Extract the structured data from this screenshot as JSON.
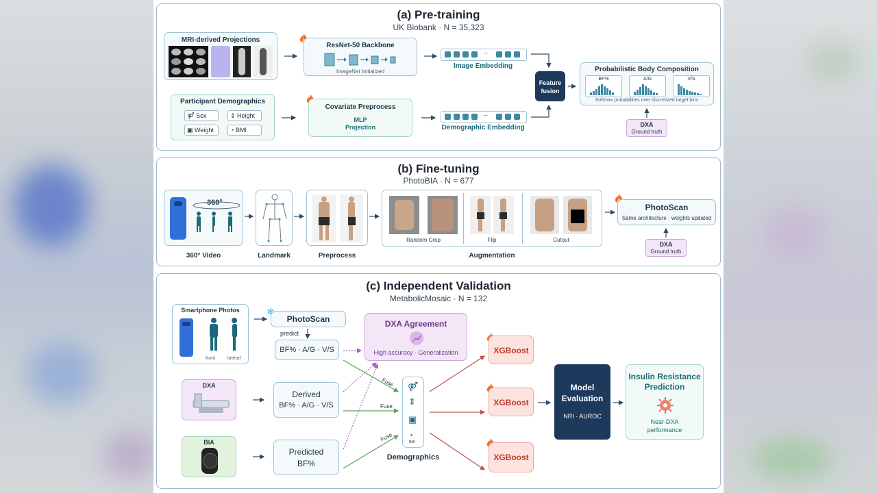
{
  "panel_a": {
    "title": "(a) Pre-training",
    "subtitle": "UK Biobank · N = 35,323",
    "mri": {
      "label": "MRI-derived Projections"
    },
    "backbone": {
      "title": "ResNet-50 Backbone",
      "init": "ImageNet Initialized"
    },
    "image_embedding": "Image Embedding",
    "feature_fusion": "Feature fusion",
    "prob": {
      "title": "Probabilistic Body Composition",
      "bins": [
        "BF%",
        "A/G",
        "V/S"
      ],
      "caption": "Softmax probabilities over discretized target bins"
    },
    "dxa": {
      "title": "DXA",
      "sub": "Ground truth"
    },
    "demographics": {
      "title": "Participant Demographics",
      "items": [
        "Sex",
        "Height",
        "Weight",
        "BMI"
      ]
    },
    "covariate": {
      "title": "Covariate Preprocess",
      "line1": "MLP",
      "line2": "Projection"
    },
    "demo_embedding": "Demographic Embedding"
  },
  "panel_b": {
    "title": "(b) Fine-tuning",
    "subtitle": "PhotoBIA · N = 677",
    "rotation": "360°",
    "stages": [
      "360° Video",
      "Landmark",
      "Preprocess",
      "Augmentation"
    ],
    "aug_items": [
      "Random Crop",
      "Flip",
      "Cutout"
    ],
    "photoscan": {
      "title": "PhotoScan",
      "sub": "Same architecture · weights updated"
    },
    "dxa": {
      "title": "DXA",
      "sub": "Ground truth"
    }
  },
  "panel_c": {
    "title": "(c) Independent Validation",
    "subtitle": "MetabolicMosaic · N = 132",
    "smartphone": {
      "title": "Smartphone Photos",
      "front": "front",
      "lateral": "lateral"
    },
    "photoscan": "PhotoScan",
    "predict": "predict",
    "outputs": "BF% · A/G · V/S",
    "agreement": {
      "title": "DXA Agreement",
      "sub": "High accuracy · Generalization"
    },
    "dxa": "DXA",
    "derived": {
      "line1": "Derived",
      "line2": "BF% · A/G · V/S"
    },
    "bia": "BIA",
    "predicted": {
      "line1": "Predicted",
      "line2": "BF%"
    },
    "fuse": "Fuse",
    "demographics": "Demographics",
    "bmi_tag": "BMI",
    "xgboost": [
      "XGBoost",
      "XGBoost",
      "XGBoost"
    ],
    "model_eval": {
      "line1": "Model",
      "line2": "Evaluation",
      "metrics": "NRI · AUROC"
    },
    "insulin": {
      "line1": "Insulin Resistance",
      "line2": "Prediction",
      "sub1": "Near-DXA",
      "sub2": "performance"
    }
  },
  "colors": {
    "accent_teal": "#3f8aa0",
    "dark_navy": "#1d3a5c",
    "xgboost_pink": "#fde3df",
    "agreement_purple": "#f3e6f7",
    "arrow_red": "#c0504d",
    "arrow_green": "#5aa05a"
  }
}
